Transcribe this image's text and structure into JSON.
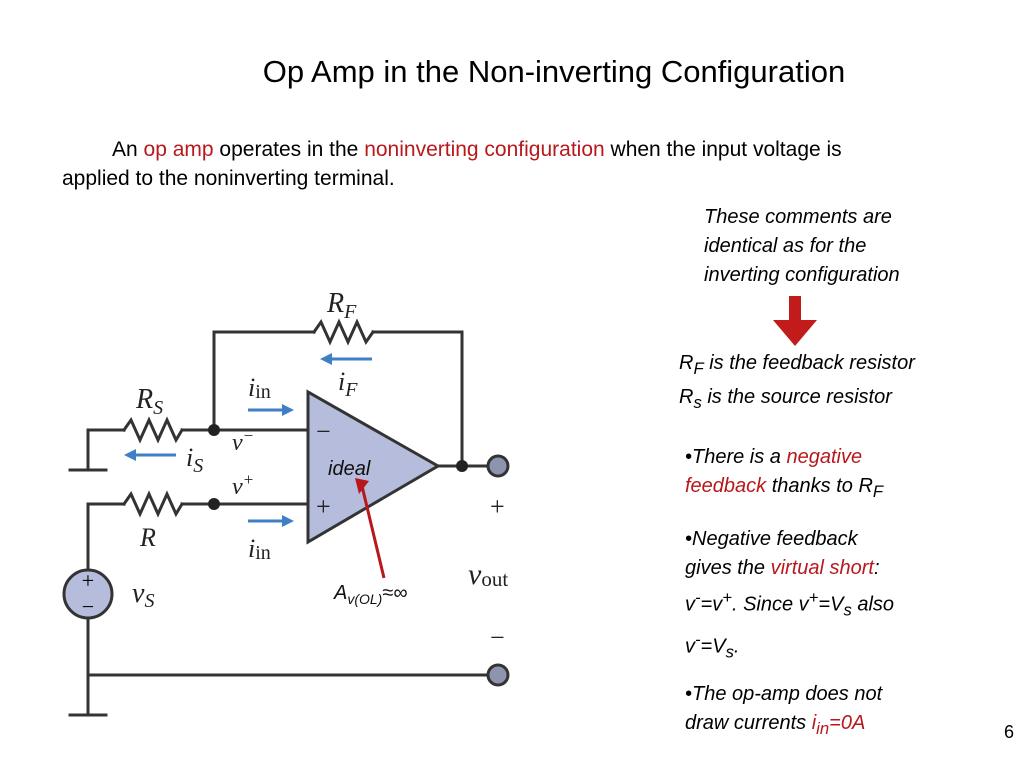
{
  "slide": {
    "title": "Op Amp in the Non-inverting Configuration",
    "page_number": "6"
  },
  "intro": {
    "part1": "An ",
    "term1": "op amp",
    "part2": " operates in the ",
    "term2": "noninverting configuration",
    "part3": " when the input voltage is",
    "line2": "applied to the noninverting terminal."
  },
  "notes": {
    "comment_line1": "These comments are",
    "comment_line2": "identical as for the",
    "comment_line3": "inverting configuration",
    "rf_sym": "R",
    "rf_sub": "F",
    "rf_text": " is the feedback resistor",
    "rs_sym": "R",
    "rs_sub": "s",
    "rs_text": " is the source resistor",
    "b1_pre": "•There is a ",
    "b1_red1": "negative",
    "b1_red2": "feedback",
    "b1_post": " thanks to R",
    "b1_sub": "F",
    "b2_line1": "•Negative feedback",
    "b2_pre": "gives the ",
    "b2_red": "virtual short",
    "b2_colon": ":",
    "b2_v": "v",
    "b2_minus": "-",
    "b2_eq": "=v",
    "b2_plus": "+",
    "b2_since": ". Since v",
    "b2_plus2": "+",
    "b2_eqV": "=V",
    "b2_s": "s",
    "b2_also": " also",
    "b2_l4v": "v",
    "b2_l4minus": "-",
    "b2_l4eq": "=V",
    "b2_l4s": "s",
    "b2_l4dot": ".",
    "b3_line1": "•The op-amp does not",
    "b3_pre": "draw currents ",
    "b3_i": "i",
    "b3_sub": "in",
    "b3_val": "=0A"
  },
  "circuit": {
    "rf_label": "R",
    "rf_label_sub": "F",
    "rs_label": "R",
    "rs_label_sub": "S",
    "r_label": "R",
    "iin_top": "i",
    "iin_top_sub": "in",
    "iin_bottom": "i",
    "iin_bottom_sub": "in",
    "if_label": "i",
    "if_label_sub": "F",
    "is_label": "i",
    "is_label_sub": "S",
    "vminus_label": "v",
    "vminus_sup": "−",
    "vplus_label": "v",
    "vplus_sup": "+",
    "minus_terminal": "−",
    "plus_terminal": "+",
    "ideal_label": "ideal",
    "vs_label": "v",
    "vs_label_sub": "S",
    "vout_label": "v",
    "vout_label_sub": "out",
    "out_plus": "+",
    "out_minus": "−",
    "source_plus": "+",
    "source_minus": "−",
    "gain_A": "A",
    "gain_sub": "v(OL)",
    "gain_val": "≈∞"
  },
  "colors": {
    "accent_red": "#b8181c",
    "arrow_blue": "#3f7fc6",
    "opamp_fill": "#b5bcdc",
    "wire": "#333333",
    "terminal_fill": "#8e94ae"
  }
}
